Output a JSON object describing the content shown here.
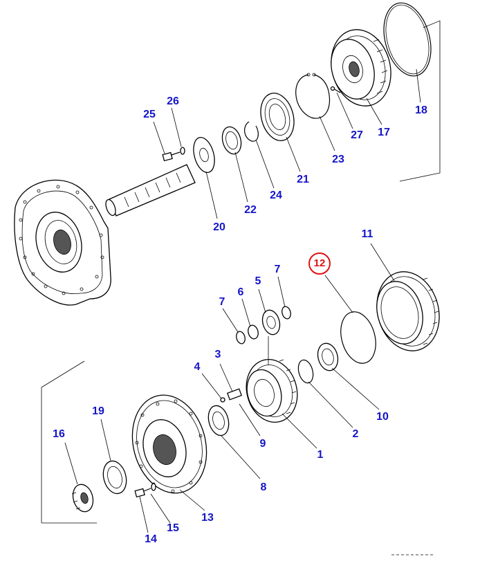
{
  "diagram": {
    "highlight_color": "#e01010",
    "label_color": "#1414c8",
    "callouts": [
      {
        "id": "c1",
        "label": "1"
      },
      {
        "id": "c2",
        "label": "2"
      },
      {
        "id": "c3",
        "label": "3"
      },
      {
        "id": "c4",
        "label": "4"
      },
      {
        "id": "c5",
        "label": "5"
      },
      {
        "id": "c6",
        "label": "6"
      },
      {
        "id": "c7a",
        "label": "7"
      },
      {
        "id": "c7b",
        "label": "7"
      },
      {
        "id": "c8",
        "label": "8"
      },
      {
        "id": "c9",
        "label": "9"
      },
      {
        "id": "c10",
        "label": "10"
      },
      {
        "id": "c11",
        "label": "11"
      },
      {
        "id": "c12",
        "label": "12",
        "highlighted": true
      },
      {
        "id": "c13",
        "label": "13"
      },
      {
        "id": "c14",
        "label": "14"
      },
      {
        "id": "c15",
        "label": "15"
      },
      {
        "id": "c16",
        "label": "16"
      },
      {
        "id": "c17",
        "label": "17"
      },
      {
        "id": "c18",
        "label": "18"
      },
      {
        "id": "c19",
        "label": "19"
      },
      {
        "id": "c20",
        "label": "20"
      },
      {
        "id": "c21",
        "label": "21"
      },
      {
        "id": "c22",
        "label": "22"
      },
      {
        "id": "c23",
        "label": "23"
      },
      {
        "id": "c24",
        "label": "24"
      },
      {
        "id": "c25",
        "label": "25"
      },
      {
        "id": "c26",
        "label": "26"
      },
      {
        "id": "c27",
        "label": "27"
      }
    ]
  }
}
